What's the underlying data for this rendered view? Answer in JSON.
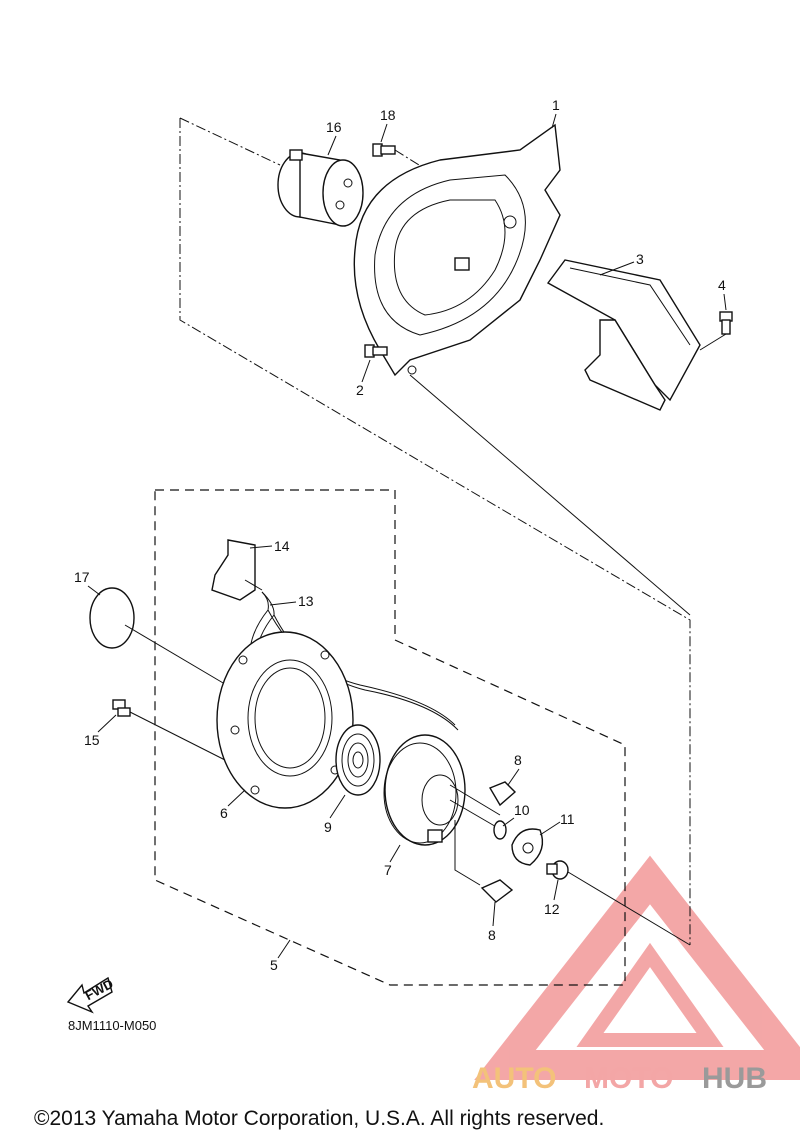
{
  "diagram": {
    "callouts": [
      "1",
      "2",
      "3",
      "4",
      "5",
      "6",
      "7",
      "8",
      "8",
      "9",
      "10",
      "11",
      "12",
      "13",
      "14",
      "15",
      "16",
      "17",
      "18"
    ],
    "fwd_label": "FWD",
    "drawing_code": "8JM1110-M050",
    "copyright": "©2013 Yamaha Motor Corporation, U.S.A. All rights reserved."
  },
  "watermark": {
    "part1": "AUTO",
    "part2": "MOTO",
    "part3": "HUB",
    "colors": {
      "auto": "#f3c27a",
      "moto": "#f3a6a6",
      "hub": "#9a9a9a",
      "triangle": "#f08a8a"
    }
  }
}
